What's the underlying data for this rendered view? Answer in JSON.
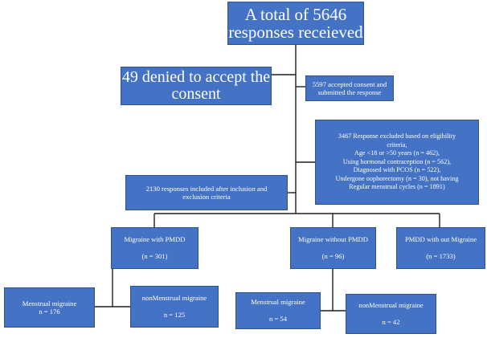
{
  "boxes": {
    "total": "A total of 5646\nresponses receieved",
    "denied": "49 denied to accept the\nconsent",
    "accepted": "5597 accepted consent and\nsubmitted the response",
    "excluded": "3467 Response excluded based on eligibility\ncriteria,\nAge <18 or >50 years (n = 462),\nUsing hormonal contraception (n = 562),\nDiagnosed with PCOS (n = 522),\nUndergone oophorectomy (n = 30), not having\nRegular menstrual cycles (n = 1891)",
    "included": "2130 responses included after inclusion and\nexclusion criteria",
    "with_pmdd": "Migraine with PMDD\n\n(n = 301)",
    "without_pmdd": "Migraine without PMDD\n\n(n = 96)",
    "pmdd_only": "PMDD with out Migraine\n\n(n = 1733)",
    "mm_1": "Menstrual migraine\nn = 176",
    "nmm_1": "nonMenstrual migraine\n\nn = 125",
    "mm_2": "Menstrual migraine\n\nn = 54",
    "nmm_2": "nonMenstrual migraine\n\nn = 42"
  },
  "colors": {
    "box_fill": "#4472c4",
    "box_border": "#2f528f",
    "box_text": "#ffffff",
    "connector": "#1f1f1f"
  }
}
